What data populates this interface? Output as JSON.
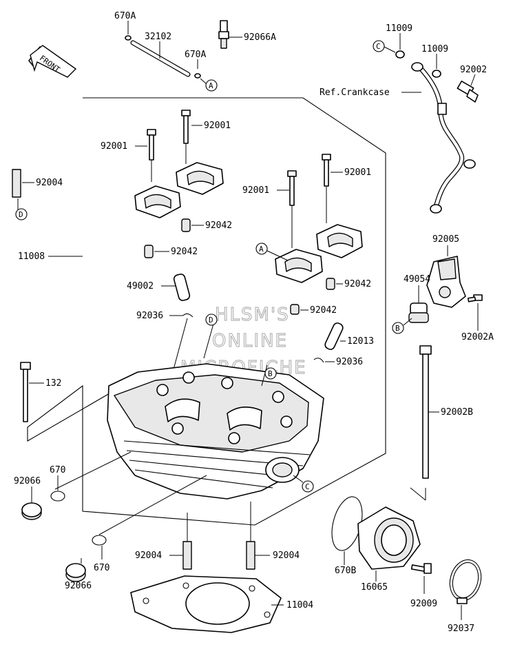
{
  "labels": {
    "p670A_top": "670A",
    "p32102": "32102",
    "p92066A": "92066A",
    "p670A_mid": "670A",
    "p11009_a": "11009",
    "p11009_b": "11009",
    "p92002": "92002",
    "ref_crankcase": "Ref.Crankcase",
    "p92001_a": "92001",
    "p92001_b": "92001",
    "p92001_c": "92001",
    "p92001_d": "92001",
    "p92004_left": "92004",
    "p92042_a": "92042",
    "p92042_b": "92042",
    "p92042_c": "92042",
    "p92042_d": "92042",
    "p11008": "11008",
    "p49002": "49002",
    "p92036_a": "92036",
    "p92036_b": "92036",
    "p12013": "12013",
    "p92005": "92005",
    "p49054": "49054",
    "p92002A": "92002A",
    "p92002B": "92002B",
    "p132": "132",
    "p670_a": "670",
    "p92066_a": "92066",
    "p670_b": "670",
    "p92066_b": "92066",
    "p92004_b": "92004",
    "p92004_c": "92004",
    "p11004": "11004",
    "p670B": "670B",
    "p16065": "16065",
    "p92009": "92009",
    "p92037": "92037"
  },
  "refs": {
    "A_top": "A",
    "A_cap": "A",
    "B_left": "B",
    "B_mid": "B",
    "C_top": "C",
    "C_head": "C",
    "D_left": "D",
    "D_mid": "D"
  },
  "front_arrow": "FRONT",
  "watermark": {
    "line1": "HLSM'S",
    "line2": "ONLINE",
    "line3": "MICROFICHE"
  }
}
